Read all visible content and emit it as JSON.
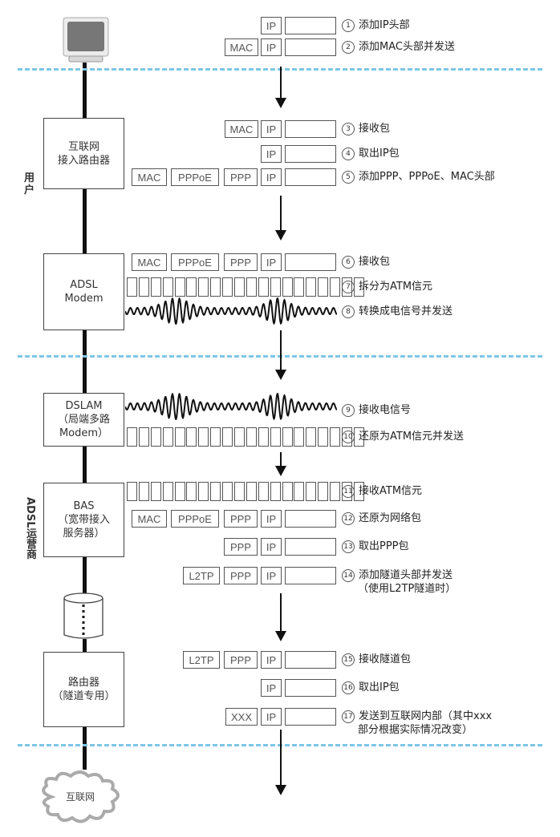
{
  "nodes": {
    "pc": {
      "icon": "computer-icon"
    },
    "router": {
      "line1": "互联网",
      "line2": "接入路由器"
    },
    "modem": {
      "line1": "ADSL",
      "line2": "Modem"
    },
    "dslam": {
      "line1": "DSLAM",
      "line2": "（局端多路",
      "line3": "Modem）"
    },
    "bas": {
      "line1": "BAS",
      "line2": "（宽带接入",
      "line3": "服务器）"
    },
    "tunnel_router": {
      "line1": "路由器",
      "line2": "（隧道专用）"
    },
    "internet": {
      "label": "互联网"
    }
  },
  "side_labels": {
    "user": "用户",
    "isp": "ADSL运营商"
  },
  "headers": {
    "mac": "MAC",
    "pppoe": "PPPoE",
    "ppp": "PPP",
    "ip": "IP",
    "l2tp": "L2TP",
    "xxx": "XXX"
  },
  "steps": [
    {
      "num": "1",
      "text": "添加IP头部"
    },
    {
      "num": "2",
      "text": "添加MAC头部并发送"
    },
    {
      "num": "3",
      "text": "接收包"
    },
    {
      "num": "4",
      "text": "取出IP包"
    },
    {
      "num": "5",
      "text": "添加PPP、PPPoE、MAC头部"
    },
    {
      "num": "6",
      "text": "接收包"
    },
    {
      "num": "7",
      "text": "拆分为ATM信元"
    },
    {
      "num": "8",
      "text": "转换成电信号并发送"
    },
    {
      "num": "9",
      "text": "接收电信号"
    },
    {
      "num": "10",
      "text": "还原为ATM信元并发送"
    },
    {
      "num": "11",
      "text": "接收ATM信元"
    },
    {
      "num": "12",
      "text": "还原为网络包"
    },
    {
      "num": "13",
      "text": "取出PPP包"
    },
    {
      "num": "14",
      "text": "添加隧道头部并发送",
      "text2": "（使用L2TP隧道时）"
    },
    {
      "num": "15",
      "text": "接收隧道包"
    },
    {
      "num": "16",
      "text": "取出IP包"
    },
    {
      "num": "17",
      "text": "发送到互联网内部（其中xxx",
      "text2": "部分根据实际情况改变）"
    }
  ],
  "colors": {
    "divider": "#7ec6e6",
    "line": "#111111",
    "box_border": "#555555"
  }
}
